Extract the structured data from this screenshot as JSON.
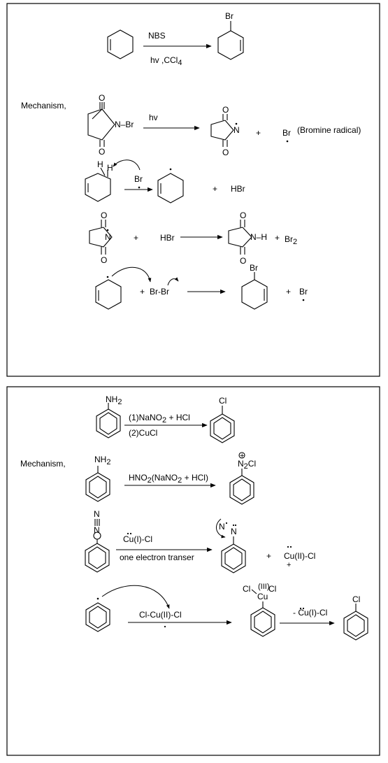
{
  "panel1": {
    "reaction": {
      "reagent": "NBS",
      "conditions": "hv ,CCl",
      "conditions_sub": "4",
      "product_br": "Br"
    },
    "mechanism_label": "Mechanism,",
    "step1": {
      "nbs_br": "N–Br",
      "o_top": "O",
      "o_bot": "O",
      "arrow_label": "hv",
      "rad_o_top": "O",
      "rad_o_bot": "O",
      "rad_n": "N",
      "plus": "+",
      "br": "Br",
      "br_note": "(Bromine radical)"
    },
    "step2": {
      "h1": "H",
      "h2": "H",
      "br": "Br",
      "plus": "+",
      "hbr": "HBr"
    },
    "step3": {
      "o_top": "O",
      "o_bot": "O",
      "n": "N",
      "plus1": "+",
      "hbr": "HBr",
      "p_o_top": "O",
      "p_o_bot": "O",
      "nh": "N–H",
      "plus2": "+",
      "br2": "Br",
      "br2_sub": "2"
    },
    "step4": {
      "plus1": "+",
      "brbr": "Br-Br",
      "product_br": "Br",
      "plus2": "+",
      "br": "Br"
    }
  },
  "panel2": {
    "reaction": {
      "nh2": "NH",
      "nh2_sub": "2",
      "reagent1": "(1)NaNO",
      "reagent1_sub": "2",
      "reagent1_tail": " + HCl",
      "reagent2": "(2)CuCl",
      "product_cl": "Cl"
    },
    "mechanism_label": "Mechanism,",
    "step1": {
      "nh2": "NH",
      "nh2_sub": "2",
      "reagent": "HNO",
      "reagent_sub": "2",
      "reagent_tail": "(NaNO",
      "reagent_tail_sub": "2",
      "reagent_end": " + HCl)",
      "n2": "N",
      "n2_sub": "2",
      "cl": "Cl",
      "plus_circle": "+"
    },
    "step2": {
      "n": "N",
      "cu1": "Cu(I)-Cl",
      "arrow_label": "one electron transer",
      "rad_n1": "N",
      "rad_n2": "N",
      "plus": "+",
      "cu2": "Cu(II)-Cl",
      "cu2_charge": "+"
    },
    "step3": {
      "reagent": "Cl-Cu(II)-Cl",
      "cl1": "Cl",
      "ox": "(III)",
      "cl2": "Cl",
      "cu": "Cu",
      "elim": "- Cu(I)-Cl",
      "product_cl": "Cl"
    }
  }
}
